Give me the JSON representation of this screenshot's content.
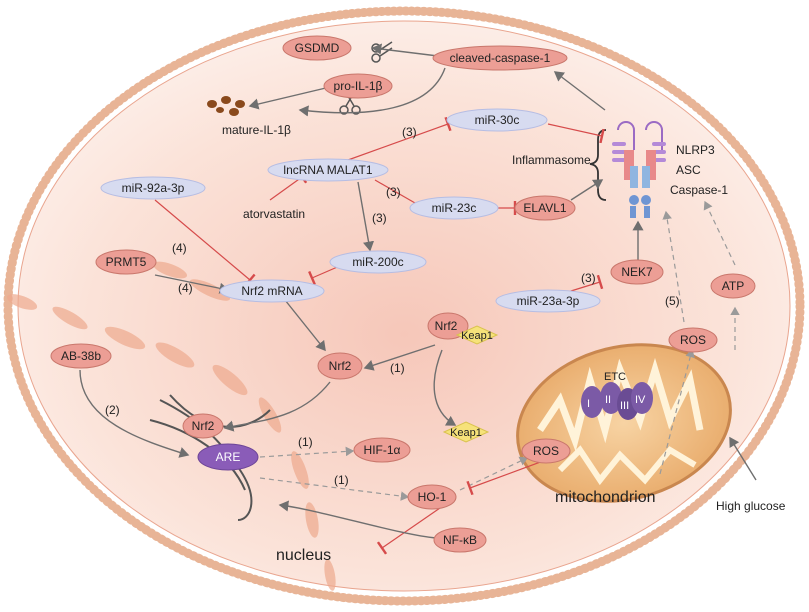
{
  "nodes": {
    "gsdmd": "GSDMD",
    "cleaved_caspase1": "cleaved-caspase-1",
    "pro_il1b": "pro-IL-1β",
    "mature_il1b": "mature-IL-1β",
    "mir30c": "miR-30c",
    "inflammasome": "Inflammasome",
    "nlrp3": "NLRP3",
    "asc": "ASC",
    "caspase1": "Caspase-1",
    "lncrna_malat1": "lncRNA MALAT1",
    "mir92a": "miR-92a-3p",
    "atorvastatin": "atorvastatin",
    "mir23c": "miR-23c",
    "elavl1": "ELAVL1",
    "mir200c": "miR-200c",
    "prmt5": "PRMT5",
    "nrf2_mrna": "Nrf2 mRNA",
    "nek7": "NEK7",
    "mir23a": "miR-23a-3p",
    "atp": "ATP",
    "ab38b": "AB-38b",
    "nrf2_top": "Nrf2",
    "keap1_in": "Keap1",
    "nrf2_mid": "Nrf2",
    "ros_top": "ROS",
    "etc": "ETC",
    "complex_i": "I",
    "complex_ii": "II",
    "complex_iii": "III",
    "complex_iv": "IV",
    "keap1_free": "Keap1",
    "nrf2_nuc": "Nrf2",
    "are": "ARE",
    "hif1a": "HIF-1α",
    "ros_low": "ROS",
    "ho1": "HO-1",
    "mitochondrion": "mitochondrion",
    "high_glucose": "High glucose",
    "nfkb": "NF-κB",
    "nucleus": "nucleus"
  },
  "step_labels": {
    "s3_a": "(3)",
    "s3_b": "(3)",
    "s3_c": "(3)",
    "s3_d": "(3)",
    "s4_a": "(4)",
    "s4_b": "(4)",
    "s5": "(5)",
    "s1_a": "(1)",
    "s1_b": "(1)",
    "s1_c": "(1)",
    "s2": "(2)"
  },
  "colors": {
    "cell_fill": "#fbe7df",
    "cell_edge": "#e9a58f",
    "pink_node": "#ec9e95",
    "blue_node": "#d7dbf0",
    "inhibit": "#d64b4b",
    "mito_fill": "#f4c68d",
    "complex": "#7b5aa6",
    "keap_diamond": "#f6e27a"
  }
}
